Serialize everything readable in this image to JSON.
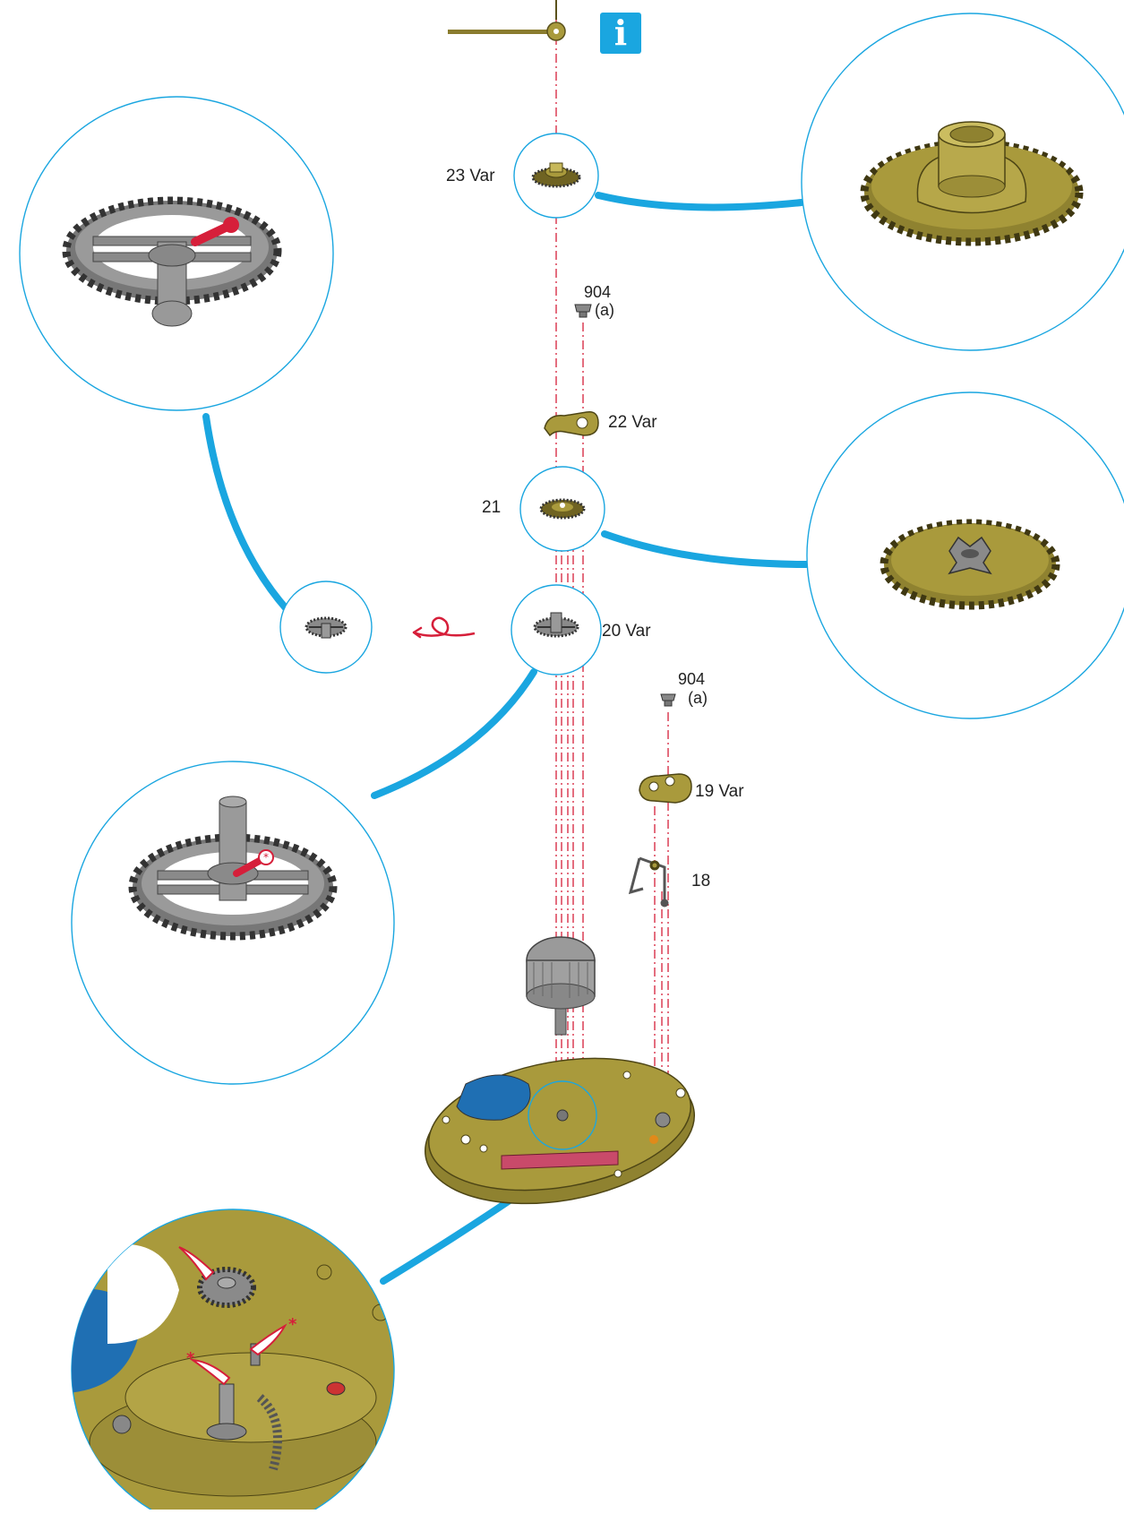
{
  "info_button": {
    "glyph": "i",
    "color": "#1aa6e0"
  },
  "parts": [
    {
      "id": "hand",
      "label": ""
    },
    {
      "id": "p23",
      "label": "23 Var"
    },
    {
      "id": "p904a",
      "label": "904",
      "sub": "(a)"
    },
    {
      "id": "p22",
      "label": "22 Var"
    },
    {
      "id": "p21",
      "label": "21"
    },
    {
      "id": "p20",
      "label": "20 Var"
    },
    {
      "id": "p904b",
      "label": "904",
      "sub": "(a)"
    },
    {
      "id": "p19",
      "label": "19 Var"
    },
    {
      "id": "p18",
      "label": "18"
    }
  ],
  "colors": {
    "brass": "#a99a3c",
    "brass_dark": "#6f6322",
    "steel": "#8a8a8a",
    "callout": "#1aa6e0",
    "axis_line": "#d61f3a",
    "oil_marker": "#d61f3a",
    "ruby": "#b33a52"
  },
  "icons": [
    "info-icon",
    "rotation-arrow-icon",
    "oil-drop-icon"
  ]
}
